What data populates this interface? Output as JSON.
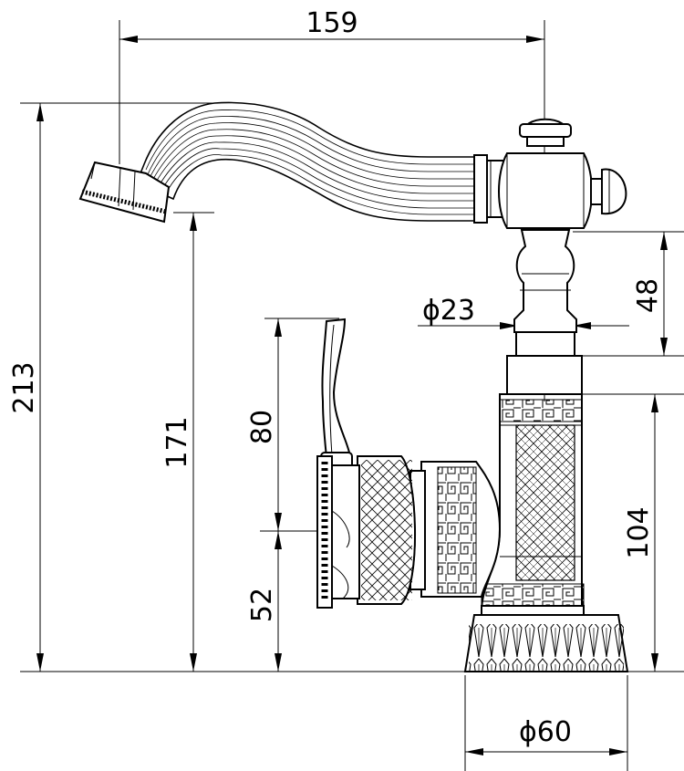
{
  "dimensions": {
    "width_total": "159",
    "height_total": "213",
    "spout_height": "171",
    "handle_height": "80",
    "lever_axis_height": "52",
    "column_diameter": "ϕ23",
    "upper_section": "48",
    "body_height": "104",
    "base_diameter": "ϕ60"
  }
}
